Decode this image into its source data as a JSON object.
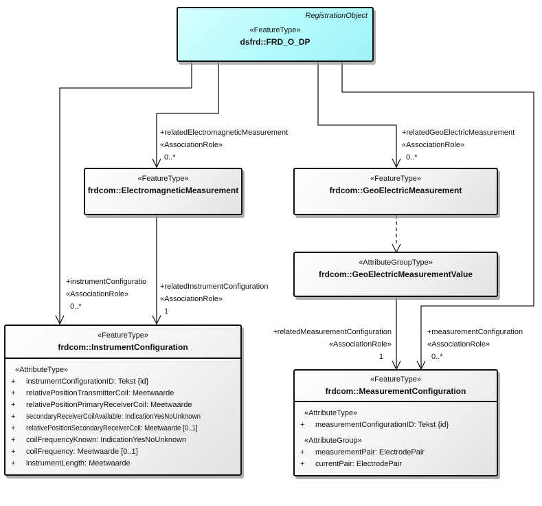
{
  "ui": {
    "visibility_plus": "+"
  },
  "colors": {
    "feature_type_fill": "#b3fbfd",
    "class_fill_gradient_end": "#e2e2e2",
    "border": "#101010",
    "shadow": "#969696"
  },
  "classes": {
    "frd_o_dp": {
      "annotation": "RegistrationObject",
      "stereotype": "«FeatureType»",
      "name": "dsfrd::FRD_O_DP"
    },
    "electromagnetic_measurement": {
      "stereotype": "«FeatureType»",
      "name": "frdcom::ElectromagneticMeasurement"
    },
    "geo_electric_measurement": {
      "stereotype": "«FeatureType»",
      "name": "frdcom::GeoElectricMeasurement"
    },
    "geo_electric_measurement_value": {
      "stereotype": "«AttributeGroupType»",
      "name": "frdcom::GeoElectricMeasurementValue"
    },
    "instrument_configuration": {
      "stereotype": "«FeatureType»",
      "name": "frdcom::InstrumentConfiguration",
      "attr_header": "«AttributeType»",
      "attributes": [
        "instrumentConfigurationID: Tekst {id}",
        "relativePositionTransmitterCoil: Meetwaarde",
        "relativePositionPrimaryReceiverCoil: Meetwaarde",
        "secondaryReceiverCoilAvailable: IndicationYesNoUnknown",
        "relativePositionSecondaryReceiverCoil: Meetwaarde [0..1]",
        "coilFrequencyKnown: IndicationYesNoUnknown",
        "coilFrequency: Meetwaarde [0..1]",
        "instrumentLength: Meetwaarde"
      ]
    },
    "measurement_configuration": {
      "stereotype": "«FeatureType»",
      "name": "frdcom::MeasurementConfiguration",
      "attr_type_header": "«AttributeType»",
      "attr_type_items": [
        "measurementConfigurationID: Tekst {id}"
      ],
      "attr_group_header": "«AttributeGroup»",
      "attr_group_items": [
        "measurementPair: ElectrodePair",
        "currentPair: ElectrodePair"
      ]
    }
  },
  "roles": {
    "related_electromagnetic": {
      "name": "+relatedElectromagneticMeasurement",
      "stereotype": "«AssociationRole»",
      "multiplicity": "0..*"
    },
    "related_geo_electric": {
      "name": "+relatedGeoElectricMeasurement",
      "stereotype": "«AssociationRole»",
      "multiplicity": "0..*"
    },
    "instrument_configuration": {
      "name": "+instrumentConfiguratio",
      "stereotype": "«AssociationRole»",
      "multiplicity": "0..*"
    },
    "related_instrument_configuration": {
      "name": "+relatedInstrumentConfiguration",
      "stereotype": "«AssociationRole»",
      "multiplicity": "1"
    },
    "related_measurement_configuration": {
      "name": "+relatedMeasurementConfiguration",
      "stereotype": "«AssociationRole»",
      "multiplicity": "1"
    },
    "measurement_configuration": {
      "name": "+measurementConfiguration",
      "stereotype": "«AssociationRole»",
      "multiplicity": "0..*"
    }
  }
}
